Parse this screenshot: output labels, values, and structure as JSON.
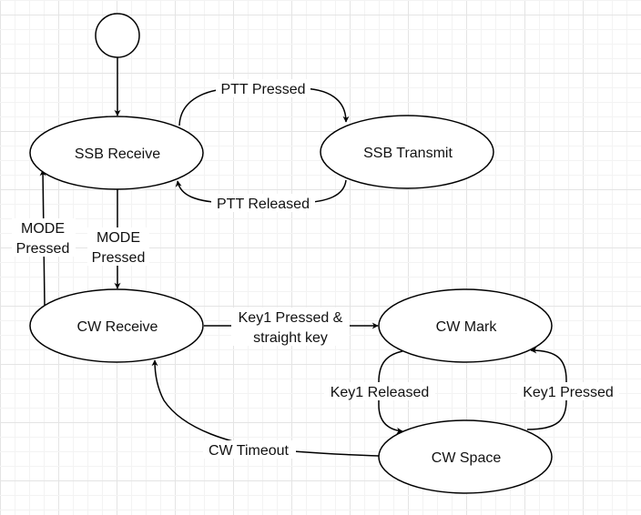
{
  "diagram": {
    "type": "state-machine",
    "colors": {
      "stroke": "#000000",
      "fill": "#ffffff",
      "text": "#111111",
      "grid_minor": "#f3f3f3",
      "grid_major": "#e4e4e4"
    },
    "initial_state": {
      "id": "start",
      "shape": "circle"
    },
    "states": [
      {
        "id": "ssb_receive",
        "label": "SSB Receive"
      },
      {
        "id": "ssb_transmit",
        "label": "SSB Transmit"
      },
      {
        "id": "cw_receive",
        "label": "CW Receive"
      },
      {
        "id": "cw_mark",
        "label": "CW Mark"
      },
      {
        "id": "cw_space",
        "label": "CW Space"
      }
    ],
    "transitions": [
      {
        "id": "t_start",
        "from": "start",
        "to": "ssb_receive",
        "lines": []
      },
      {
        "id": "t_ptt_pressed",
        "from": "ssb_receive",
        "to": "ssb_transmit",
        "lines": [
          "PTT Pressed"
        ]
      },
      {
        "id": "t_ptt_released",
        "from": "ssb_transmit",
        "to": "ssb_receive",
        "lines": [
          "PTT Released"
        ]
      },
      {
        "id": "t_mode_to_cw",
        "from": "ssb_receive",
        "to": "cw_receive",
        "lines": [
          "MODE",
          "Pressed"
        ]
      },
      {
        "id": "t_mode_to_ssb",
        "from": "cw_receive",
        "to": "ssb_receive",
        "lines": [
          "MODE",
          "Pressed"
        ]
      },
      {
        "id": "t_key1_straight",
        "from": "cw_receive",
        "to": "cw_mark",
        "lines": [
          "Key1 Pressed &",
          "straight key"
        ]
      },
      {
        "id": "t_key1_released",
        "from": "cw_mark",
        "to": "cw_space",
        "lines": [
          "Key1 Released"
        ]
      },
      {
        "id": "t_key1_pressed",
        "from": "cw_space",
        "to": "cw_mark",
        "lines": [
          "Key1 Pressed"
        ]
      },
      {
        "id": "t_cw_timeout",
        "from": "cw_space",
        "to": "cw_receive",
        "lines": [
          "CW Timeout"
        ]
      }
    ]
  }
}
